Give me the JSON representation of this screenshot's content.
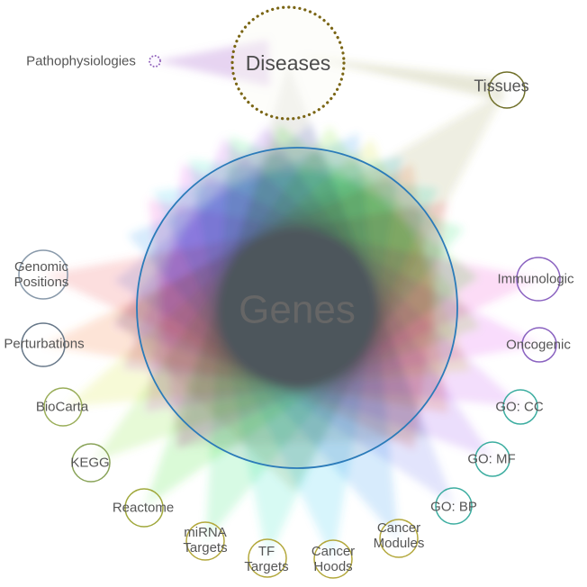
{
  "background": "#ffffff",
  "center_node": "Genes",
  "nodes": {
    "genes": {
      "label": "Genes",
      "stroke": "#2b7bb9"
    },
    "diseases": {
      "label": "Diseases",
      "stroke": "#7a6514",
      "fan": "#8e8e7e"
    },
    "pathophysiologies": {
      "label": "Pathophysiologies",
      "stroke": "#9467bd",
      "fan": "#b06fd0"
    },
    "tissues": {
      "label": "Tissues",
      "stroke": "#6f6f28",
      "fan": "#8a8a3a"
    },
    "genomic_positions": {
      "label": "Genomic Positions",
      "stroke": "#8899aa",
      "fan": "#f25555"
    },
    "perturbations": {
      "label": "Perturbations",
      "stroke": "#667788",
      "fan": "#f47b33"
    },
    "biocarta": {
      "label": "BioCarta",
      "stroke": "#9aae5a",
      "fan": "#d6e833"
    },
    "kegg": {
      "label": "KEGG",
      "stroke": "#8aa45a",
      "fan": "#86e833"
    },
    "reactome": {
      "label": "Reactome",
      "stroke": "#a0a83c",
      "fan": "#44e833"
    },
    "mirna_targets": {
      "label": "miRNA Targets",
      "stroke": "#b3a83c",
      "fan": "#33e87a"
    },
    "tf_targets": {
      "label": "TF Targets",
      "stroke": "#b3a83c",
      "fan": "#33e8c4"
    },
    "cancer_hoods": {
      "label": "Cancer Hoods",
      "stroke": "#b3a83c",
      "fan": "#33cdf0"
    },
    "cancer_modules": {
      "label": "Cancer Modules",
      "stroke": "#b3a83c",
      "fan": "#339af0"
    },
    "go_bp": {
      "label": "GO: BP",
      "stroke": "#3cada0",
      "fan": "#6d7bf0"
    },
    "go_mf": {
      "label": "GO: MF",
      "stroke": "#3cada0",
      "fan": "#9b55f0"
    },
    "go_cc": {
      "label": "GO: CC",
      "stroke": "#3cada0",
      "fan": "#c455f0"
    },
    "oncogenic": {
      "label": "Oncogenic",
      "stroke": "#8a62c0",
      "fan": "#e24df0"
    },
    "immunologic": {
      "label": "Immunologic",
      "stroke": "#8a62c0",
      "fan": "#f04dd2"
    }
  },
  "edges": [
    {
      "from": "Pathophysiologies",
      "to": "Diseases"
    },
    {
      "from": "Diseases",
      "to": "Genes"
    },
    {
      "from": "Diseases",
      "to": "Tissues"
    },
    {
      "from": "Tissues",
      "to": "Genes"
    },
    {
      "from": "Genomic Positions",
      "to": "Genes"
    },
    {
      "from": "Perturbations",
      "to": "Genes"
    },
    {
      "from": "BioCarta",
      "to": "Genes"
    },
    {
      "from": "KEGG",
      "to": "Genes"
    },
    {
      "from": "Reactome",
      "to": "Genes"
    },
    {
      "from": "miRNA Targets",
      "to": "Genes"
    },
    {
      "from": "TF Targets",
      "to": "Genes"
    },
    {
      "from": "Cancer Hoods",
      "to": "Genes"
    },
    {
      "from": "Cancer Modules",
      "to": "Genes"
    },
    {
      "from": "GO: BP",
      "to": "Genes"
    },
    {
      "from": "GO: MF",
      "to": "Genes"
    },
    {
      "from": "GO: CC",
      "to": "Genes"
    },
    {
      "from": "Oncogenic",
      "to": "Genes"
    },
    {
      "from": "Immunologic",
      "to": "Genes"
    }
  ]
}
